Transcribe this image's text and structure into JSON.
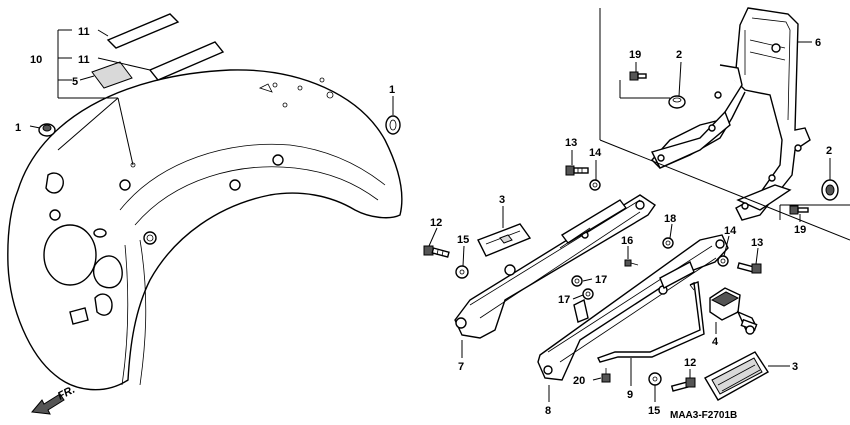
{
  "diagram": {
    "code": "MAA3-F2701B",
    "direction_label": "FR.",
    "callouts": [
      {
        "id": "c11a",
        "text": "11"
      },
      {
        "id": "c11b",
        "text": "11"
      },
      {
        "id": "c10",
        "text": "10"
      },
      {
        "id": "c5",
        "text": "5"
      },
      {
        "id": "c1a",
        "text": "1"
      },
      {
        "id": "c1b",
        "text": "1"
      },
      {
        "id": "c19a",
        "text": "19"
      },
      {
        "id": "c2a",
        "text": "2"
      },
      {
        "id": "c6",
        "text": "6"
      },
      {
        "id": "c13a",
        "text": "13"
      },
      {
        "id": "c14a",
        "text": "14"
      },
      {
        "id": "c2b",
        "text": "2"
      },
      {
        "id": "c3a",
        "text": "3"
      },
      {
        "id": "c12a",
        "text": "12"
      },
      {
        "id": "c15a",
        "text": "15"
      },
      {
        "id": "c18",
        "text": "18"
      },
      {
        "id": "c16",
        "text": "16"
      },
      {
        "id": "c19b",
        "text": "19"
      },
      {
        "id": "c14b",
        "text": "14"
      },
      {
        "id": "c13b",
        "text": "13"
      },
      {
        "id": "c17a",
        "text": "17"
      },
      {
        "id": "c17b",
        "text": "17"
      },
      {
        "id": "c4",
        "text": "4"
      },
      {
        "id": "c7",
        "text": "7"
      },
      {
        "id": "c3b",
        "text": "3"
      },
      {
        "id": "c12b",
        "text": "12"
      },
      {
        "id": "c20",
        "text": "20"
      },
      {
        "id": "c8",
        "text": "8"
      },
      {
        "id": "c9",
        "text": "9"
      },
      {
        "id": "c15b",
        "text": "15"
      }
    ]
  }
}
